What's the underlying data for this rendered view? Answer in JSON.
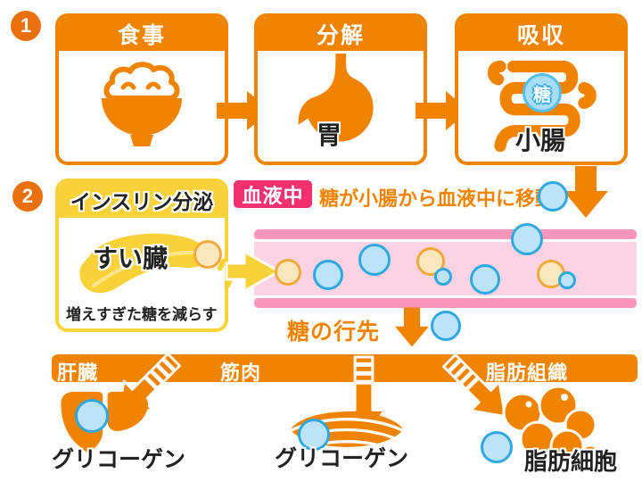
{
  "title": "blood-sugar-flow-infographic",
  "colors": {
    "orange": "#F08300",
    "badge_orange": "#EA700D",
    "yellow": "#F9D23A",
    "pink_badge": "#F1326E",
    "vessel_light_pink": "#FBD3E2",
    "vessel_dark_pink": "#FA96BC",
    "sugar_fill": "#BDE3F8",
    "sugar_stroke": "#2FA8E1",
    "insulin_fill": "#FBE7BD",
    "insulin_stroke": "#F2A93B"
  },
  "step1": {
    "badge": "1",
    "boxes": [
      {
        "title": "食事",
        "icon": "rice-bowl-icon"
      },
      {
        "title": "分解",
        "icon": "stomach-icon",
        "icon_label": "胃"
      },
      {
        "title": "吸収",
        "icon": "intestine-icon",
        "icon_label": "小腸",
        "sugar_label": "糖"
      }
    ]
  },
  "step2": {
    "badge": "2",
    "insulin_box": {
      "title": "インスリン分泌",
      "organ_label": "すい臓",
      "caption": "増えすぎた糖を減らす",
      "icon": "pancreas-icon"
    },
    "blood_badge": "血液中",
    "blood_caption": "糖が小腸から血液中に移動",
    "destination_label": "糖の行先"
  },
  "step3": {
    "band_labels": [
      "肝臓",
      "筋肉",
      "脂肪組織"
    ],
    "targets": [
      {
        "name": "肝臓",
        "icon": "liver-icon",
        "result": "グリコーゲン"
      },
      {
        "name": "筋肉",
        "icon": "muscle-icon",
        "result": "グリコーゲン"
      },
      {
        "name": "脂肪組織",
        "icon": "fat-cells-icon",
        "result": "脂肪細胞"
      }
    ]
  }
}
